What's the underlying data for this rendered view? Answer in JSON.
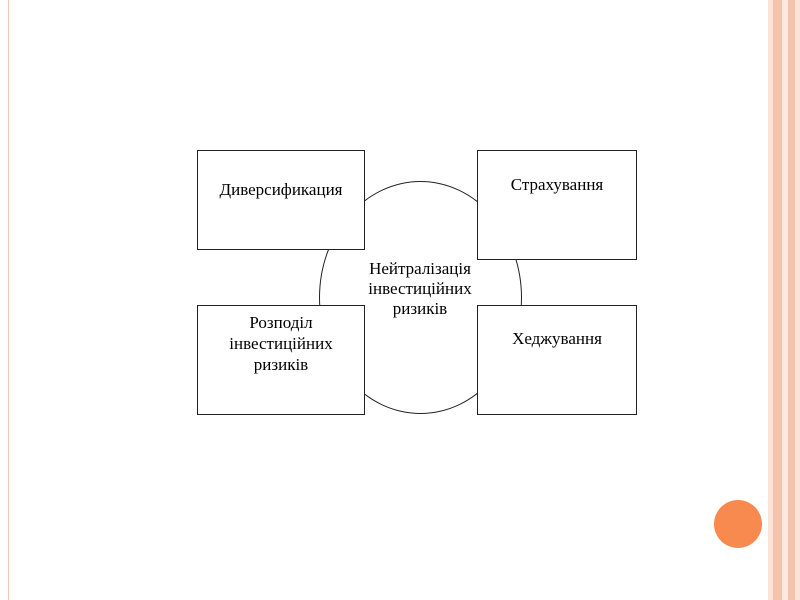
{
  "diagram": {
    "center_label": "Нейтралізація\nінвестиційних\nризиків",
    "nodes": {
      "top_left": "Диверсификация",
      "top_right": "Страхування",
      "bottom_left": "Розподіл\nінвестиційних\nризиків",
      "bottom_right": "Хеджування"
    }
  },
  "theme": {
    "accent_color": "#f98a4f",
    "stripe_colors": [
      "#fbe3d8",
      "#f4c3ae",
      "#fde9df",
      "#f4c3ae",
      "#fbe3d8"
    ]
  }
}
